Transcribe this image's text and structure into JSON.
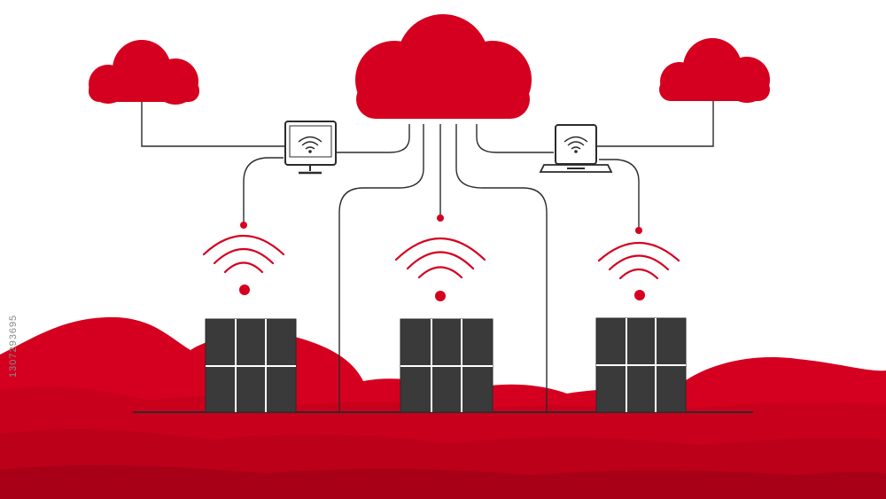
{
  "colors": {
    "accent": "#d5001f",
    "accent_dark": "#b80018",
    "line": "#2b2b2b",
    "panel": "#3a3a3a",
    "background": "#ffffff"
  },
  "nodes": {
    "clouds": [
      "cloud-left",
      "cloud-center",
      "cloud-right"
    ],
    "devices": [
      "desktop-monitor",
      "laptop"
    ],
    "towers": [
      "tower-left",
      "tower-center",
      "tower-right"
    ]
  },
  "watermark_id": "1307293695"
}
